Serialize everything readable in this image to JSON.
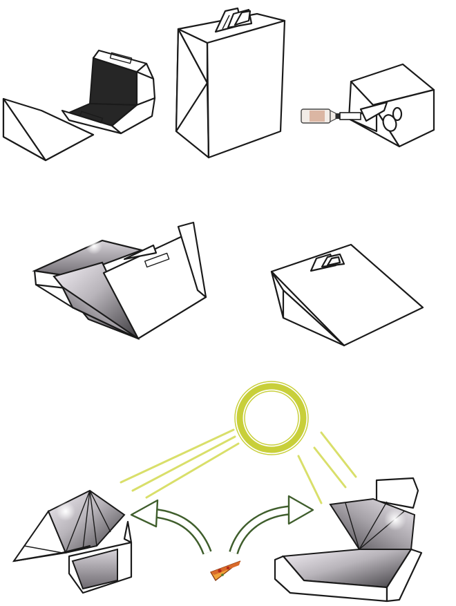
{
  "figure": {
    "panels": [
      {
        "id": "row1-open-box",
        "icon": "open-box-with-dark-interior-icon"
      },
      {
        "id": "row1-carry-bag",
        "icon": "box-folded-into-carry-bag-icon"
      },
      {
        "id": "row1-bottle-box",
        "icon": "box-with-bottle-insert-icon"
      },
      {
        "id": "row2-open-tray",
        "icon": "open-tray-box-with-handle-icon"
      },
      {
        "id": "row2-closed-handle-box",
        "icon": "closed-sloped-box-with-handle-icon"
      },
      {
        "id": "row3-solar-cooker",
        "icon": "solar-cooker-scenario-icon"
      }
    ],
    "colors": {
      "line": "#1a1a1a",
      "dark_interior": "#262626",
      "sun_ring": "#c8cf3a",
      "sun_rays": "#d9df6a",
      "arrow": "#3f5e2c",
      "reflector_light": "#f4f0f6",
      "reflector_dark": "#3c3a3e",
      "pizza": "#d96a2a"
    }
  }
}
